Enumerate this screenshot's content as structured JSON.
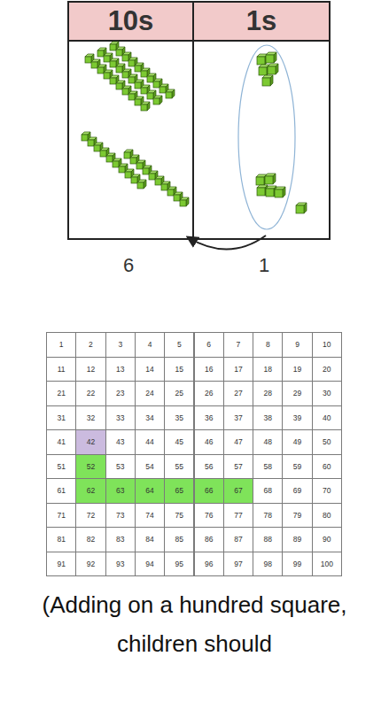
{
  "diagram": {
    "caption": "(Adding on a hundred square, children should",
    "nodes": [
      {
        "text": [
          "10s"
        ]
      },
      {
        "text": [
          "1s"
        ]
      }
    ],
    "labels": [
      "6",
      "1",
      "1",
      "2",
      "3",
      "4",
      "5",
      "6",
      "7",
      "8",
      "9",
      "10",
      "11",
      "12",
      "13",
      "14",
      "15",
      "16",
      "17",
      "18",
      "19",
      "20",
      "21",
      "22",
      "23",
      "24",
      "25",
      "26",
      "27",
      "28",
      "29",
      "30",
      "31",
      "32",
      "33",
      "34",
      "35",
      "36",
      "37",
      "38",
      "39",
      "40",
      "41",
      "42",
      "43",
      "44",
      "45",
      "46",
      "47",
      "48",
      "49",
      "50",
      "51",
      "52",
      "53",
      "54",
      "55",
      "56",
      "57",
      "58",
      "59",
      "60",
      "61",
      "62",
      "63",
      "64",
      "65",
      "66",
      "67",
      "68",
      "69",
      "70",
      "71",
      "72",
      "73",
      "74",
      "75",
      "76",
      "77",
      "78",
      "79",
      "80",
      "81",
      "82",
      "83",
      "84",
      "85",
      "86",
      "87",
      "88",
      "89",
      "90",
      "91",
      "92",
      "93",
      "94",
      "95",
      "96",
      "97",
      "98",
      "99",
      "100"
    ]
  }
}
